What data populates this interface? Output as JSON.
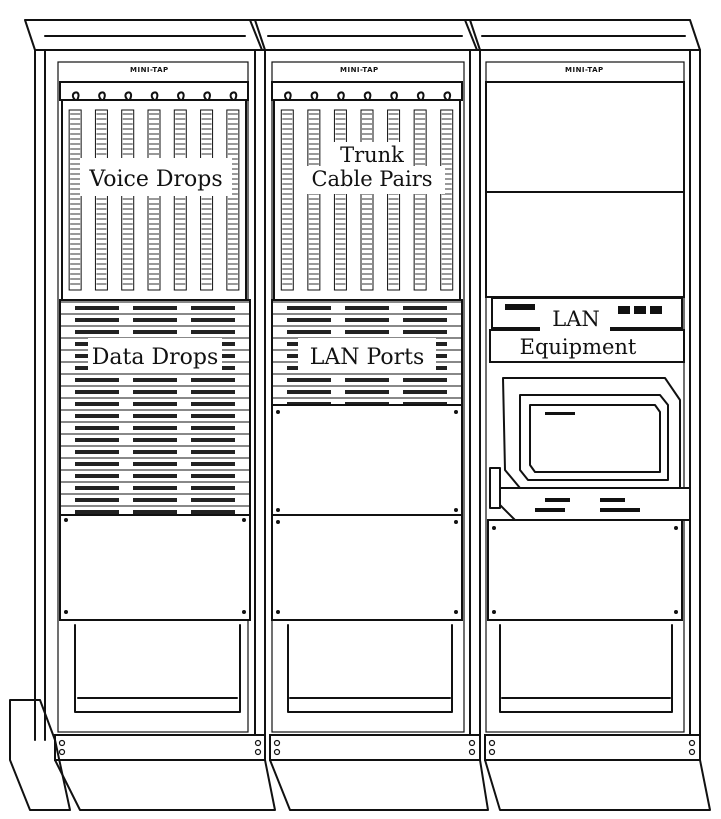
{
  "racks": [
    {
      "top_tag": "MINI-TAP",
      "upper_label": "Voice Drops",
      "lower_label": "Data Drops"
    },
    {
      "top_tag": "MINI-TAP",
      "upper_label_line1": "Trunk",
      "upper_label_line2": "Cable Pairs",
      "lower_label": "LAN Ports"
    },
    {
      "top_tag": "MINI-TAP",
      "equipment_label_line1": "LAN",
      "equipment_label_line2": "Equipment"
    }
  ]
}
